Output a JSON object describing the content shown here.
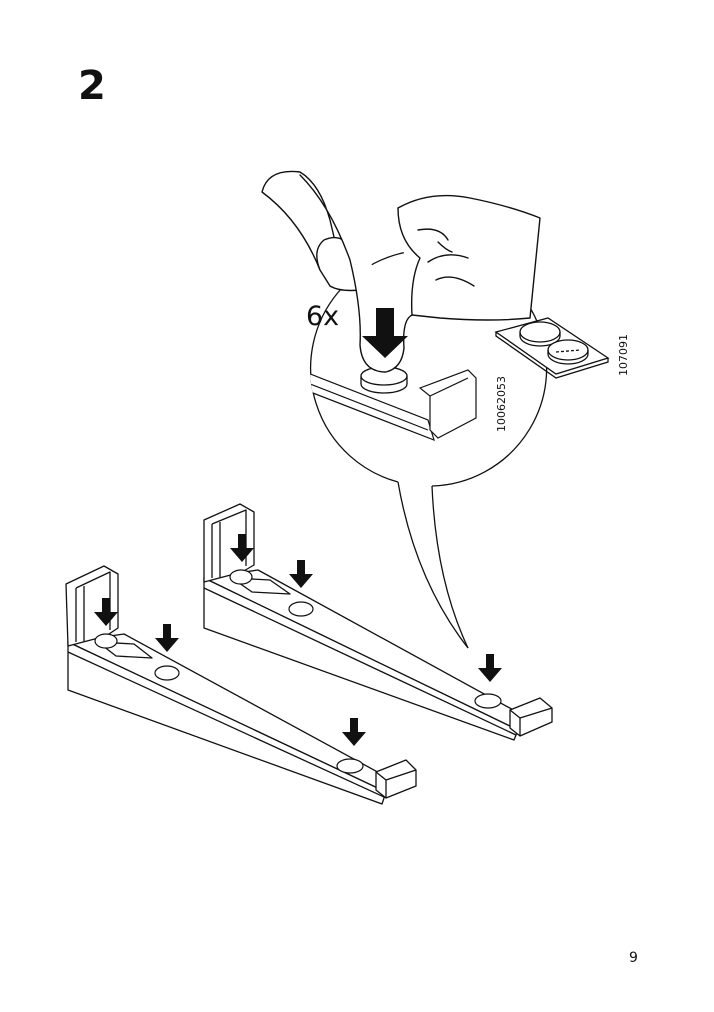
{
  "page": {
    "step_number": "2",
    "page_number": "9"
  },
  "detail": {
    "quantity": "6x",
    "part_code_pad": "10062053",
    "part_code_sheet": "107091"
  },
  "icons": {
    "hand": "hand-pressing-icon",
    "arrow": "down-arrow-icon",
    "felt_pad": "felt-pad-icon"
  },
  "colors": {
    "line": "#111111",
    "background": "#ffffff"
  }
}
